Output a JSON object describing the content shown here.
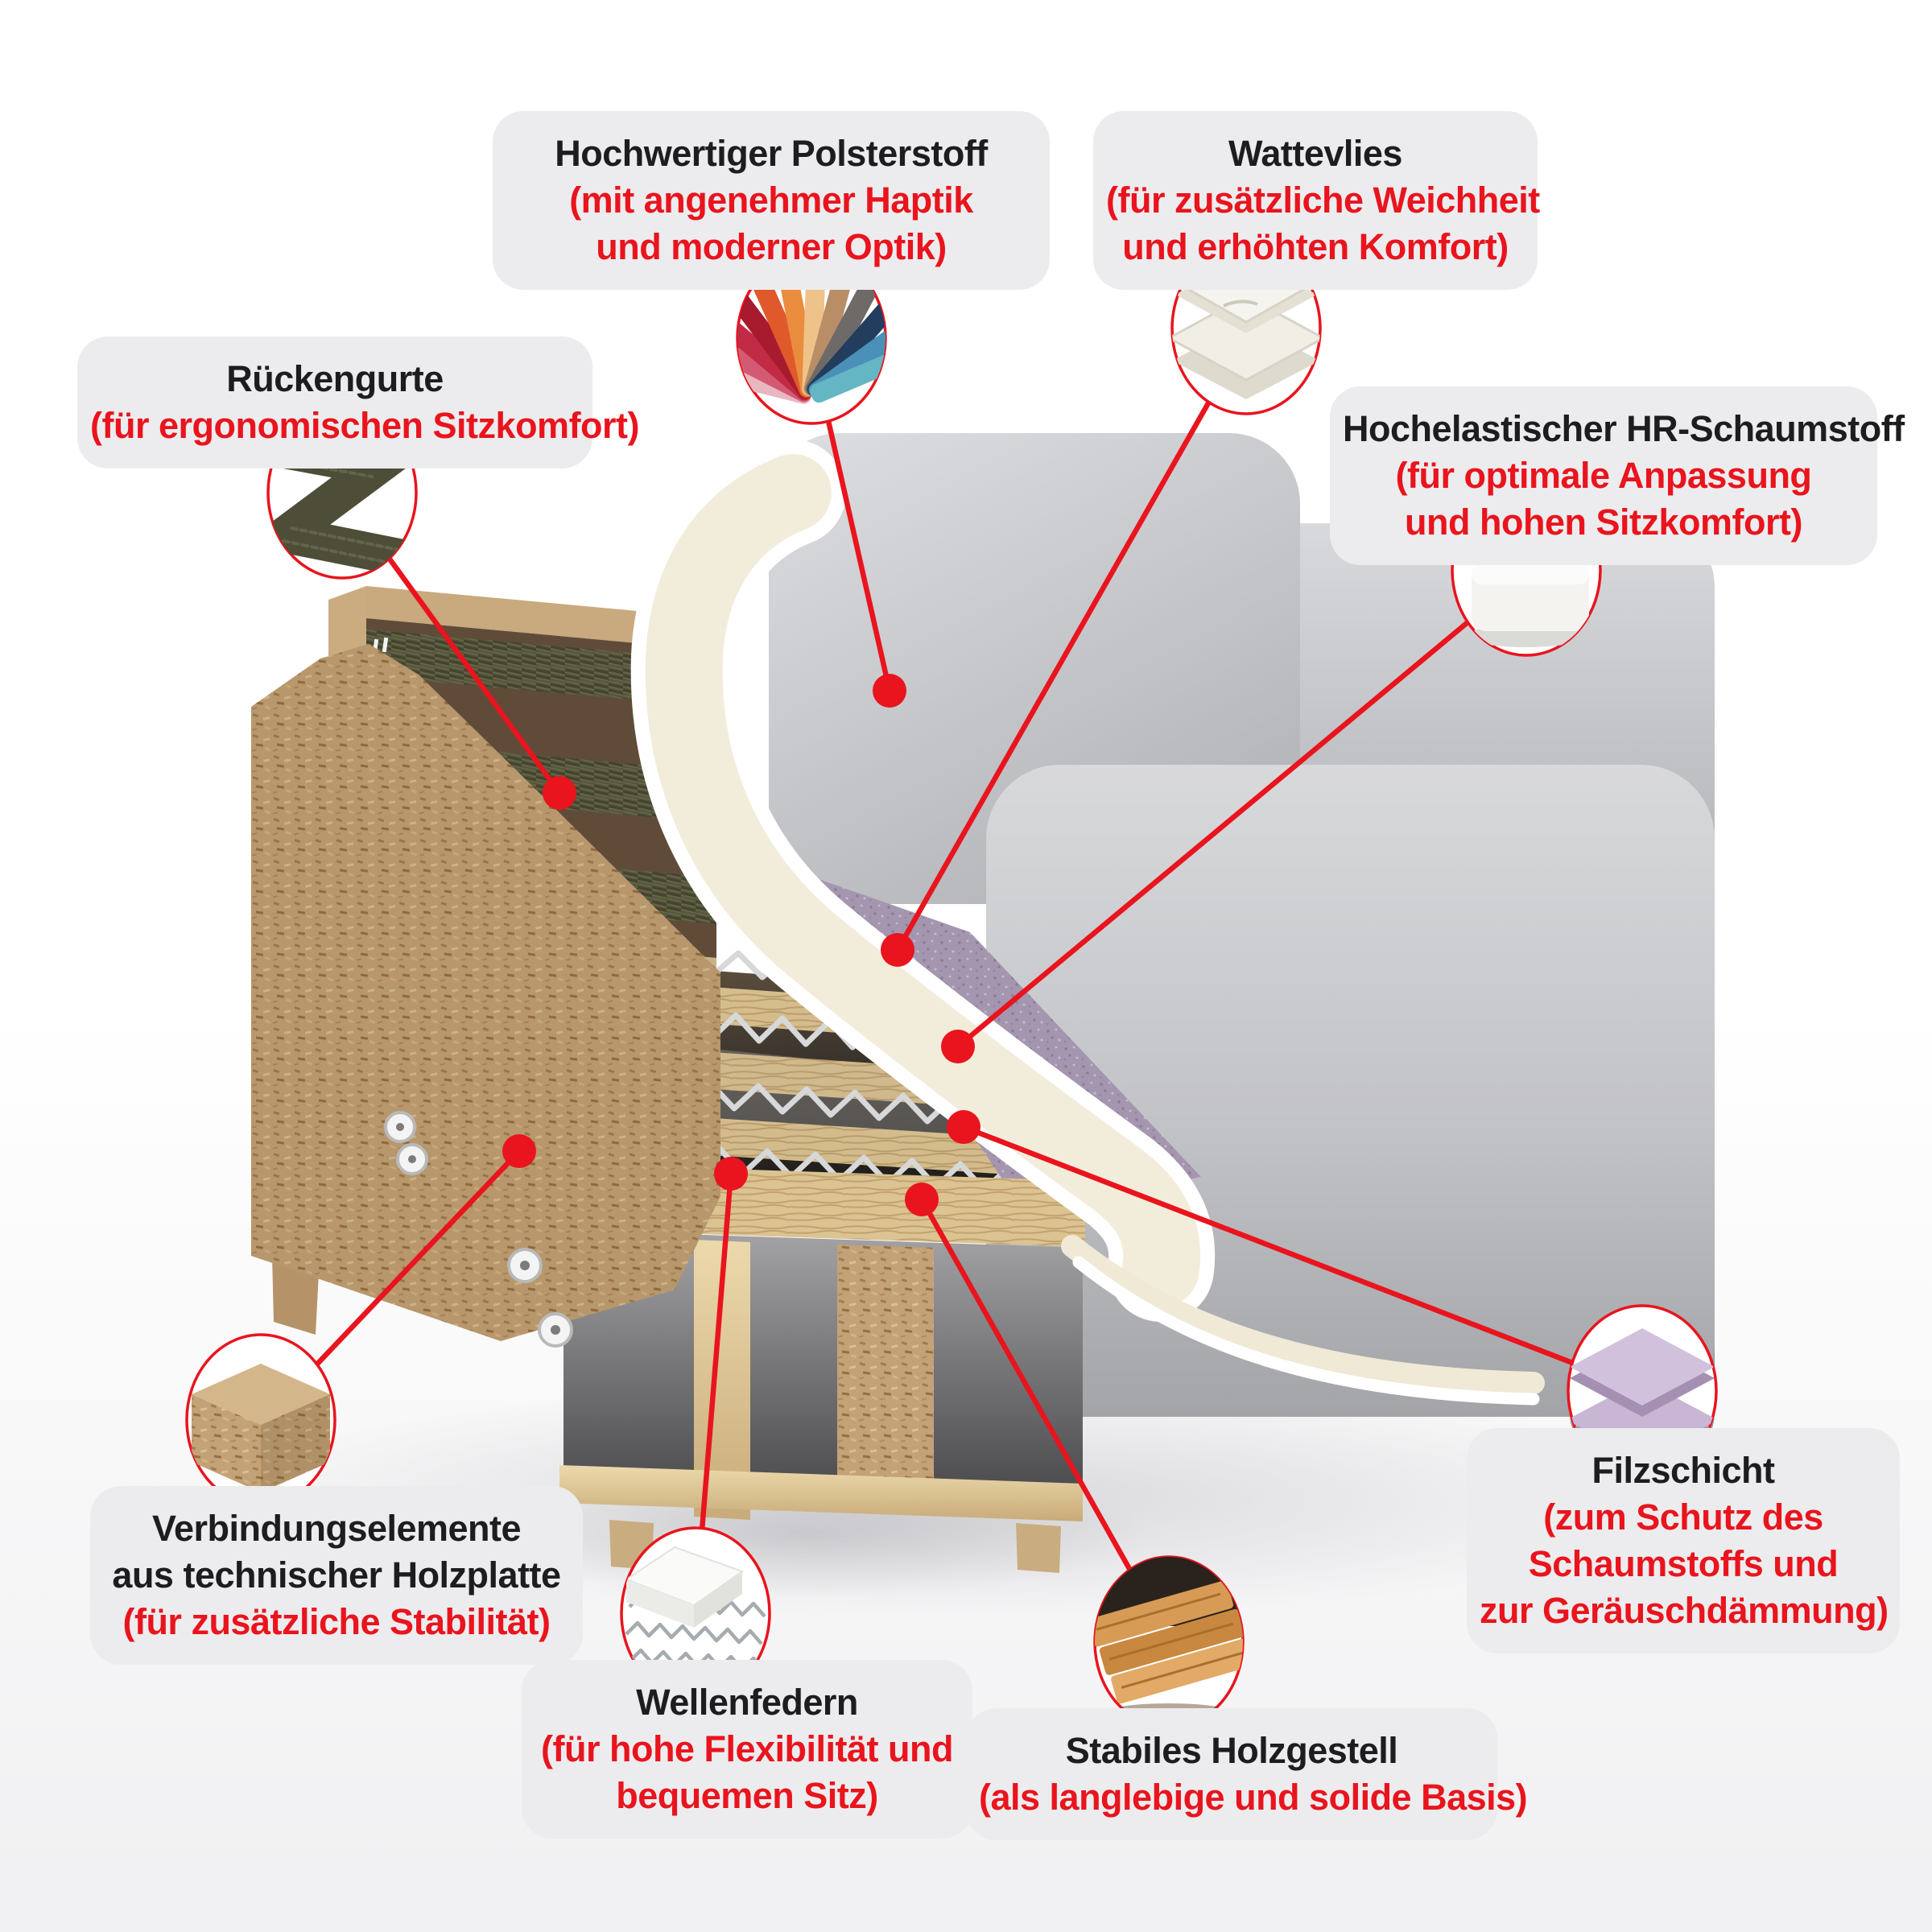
{
  "colors": {
    "accent_red": "#e9141d",
    "label_background": "#ececee",
    "title_text": "#1d1d1f",
    "chipboard": "#c3a277",
    "strap_olive": "#56563c",
    "felt_lilac": "#a596b0",
    "foam_cream": "#f2eddb",
    "fabric_gray": "#c4c5c9",
    "oak_wood": "#dcc392"
  },
  "labels": [
    {
      "id": "polsterstoff",
      "icon": "fabric-swatches-icon",
      "title_lines": [
        "Hochwertiger Polsterstoff"
      ],
      "desc_lines": [
        "(mit angenehmer Haptik",
        "und moderner Optik)"
      ]
    },
    {
      "id": "wattevlies",
      "icon": "wadding-icon",
      "title_lines": [
        "Wattevlies"
      ],
      "desc_lines": [
        "(für zusätzliche Weichheit",
        "und erhöhten Komfort)"
      ]
    },
    {
      "id": "rueckengurte",
      "icon": "webbing-strap-icon",
      "title_lines": [
        "Rückengurte"
      ],
      "desc_lines": [
        "(für ergonomischen Sitzkomfort)"
      ]
    },
    {
      "id": "hr-schaumstoff",
      "icon": "foam-blocks-icon",
      "title_lines": [
        "Hochelastischer HR-Schaumstoff"
      ],
      "desc_lines": [
        "(für optimale Anpassung",
        "und hohen Sitzkomfort)"
      ]
    },
    {
      "id": "verbindungselemente",
      "icon": "chipboard-icon",
      "title_lines": [
        "Verbindungselemente",
        "aus technischer Holzplatte"
      ],
      "desc_lines": [
        "(für zusätzliche Stabilität)"
      ]
    },
    {
      "id": "wellenfedern",
      "icon": "wave-springs-icon",
      "title_lines": [
        "Wellenfedern"
      ],
      "desc_lines": [
        "(für hohe Flexibilität und",
        "bequemen Sitz)"
      ]
    },
    {
      "id": "holzgestell",
      "icon": "wood-planks-icon",
      "title_lines": [
        "Stabiles Holzgestell"
      ],
      "desc_lines": [
        "(als langlebige und solide Basis)"
      ]
    },
    {
      "id": "filzschicht",
      "icon": "felt-layers-icon",
      "title_lines": [
        "Filzschicht"
      ],
      "desc_lines": [
        "(zum Schutz des",
        "Schaumstoffs und",
        "zur Geräuschdämmung)"
      ]
    }
  ]
}
